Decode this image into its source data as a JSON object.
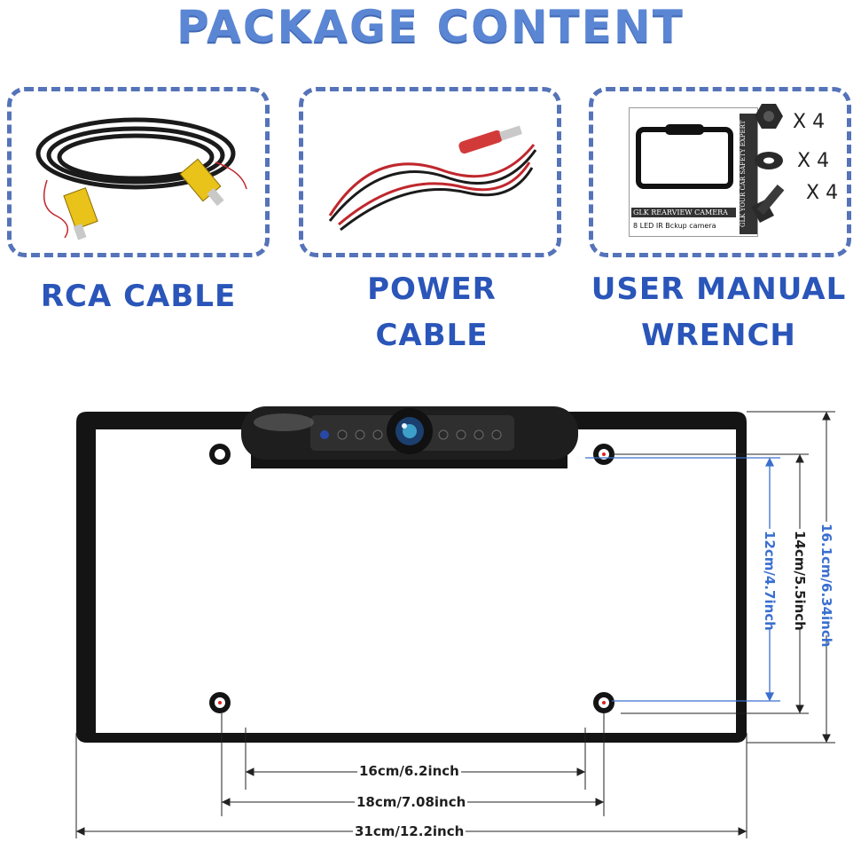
{
  "header": {
    "title": "PACKAGE CONTENT"
  },
  "items": [
    {
      "caption": "RCA CABLE"
    },
    {
      "caption_line1": "POWER",
      "caption_line2": "CABLE"
    },
    {
      "caption_line1": "USER MANUAL",
      "caption_line2": "WRENCH"
    }
  ],
  "manual": {
    "cover_title": "GLK REARVIEW CAMERA",
    "cover_subtitle": "8 LED IR Bckup camera",
    "spine_text": "GLK YOUR CAR SAFETY EXPERT"
  },
  "hardware": {
    "nut_qty": "X 4",
    "washer_qty": "X 4",
    "screw_qty": "X 4"
  },
  "dimensions": {
    "inner_width": "16cm/6.2inch",
    "hole_width": "18cm/7.08inch",
    "total_width": "31cm/12.2inch",
    "inner_height": "12cm/4.7inch",
    "hole_height": "14cm/5.5inch",
    "total_height": "16.1cm/6.34inch"
  },
  "colors": {
    "title": "#5a86d4",
    "caption": "#2a55b9",
    "box_border": "#5573b9",
    "dim_blue": "#3a6fd0",
    "dim_black": "#1f1f1f"
  }
}
